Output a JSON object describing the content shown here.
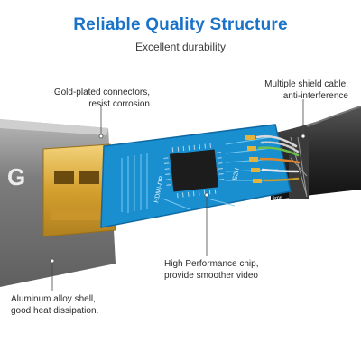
{
  "header": {
    "title": "Reliable Quality Structure",
    "subtitle": "Excellent durability"
  },
  "callouts": {
    "gold_plated": {
      "line1": "Gold-plated connectors,",
      "line2": "resist corrosion"
    },
    "shield_cable": {
      "line1": "Multiple shield cable,",
      "line2": "anti-interference"
    },
    "chip": {
      "line1": "High Performance chip,",
      "line2": "provide smoother video"
    },
    "aluminum": {
      "line1": "Aluminum alloy shell,",
      "line2": "good heat dissipation."
    }
  },
  "pcb_labels": {
    "left": "HDMI-DP",
    "right": "E2H",
    "corner": "8me"
  },
  "shell_letter": "G",
  "colors": {
    "title": "#1a73c8",
    "pcb": "#1a8fd0",
    "gold": "#d9a935",
    "shell": "#8c8c8c",
    "cable": "#2a2a2a",
    "callout_line": "#4a4a4a"
  }
}
